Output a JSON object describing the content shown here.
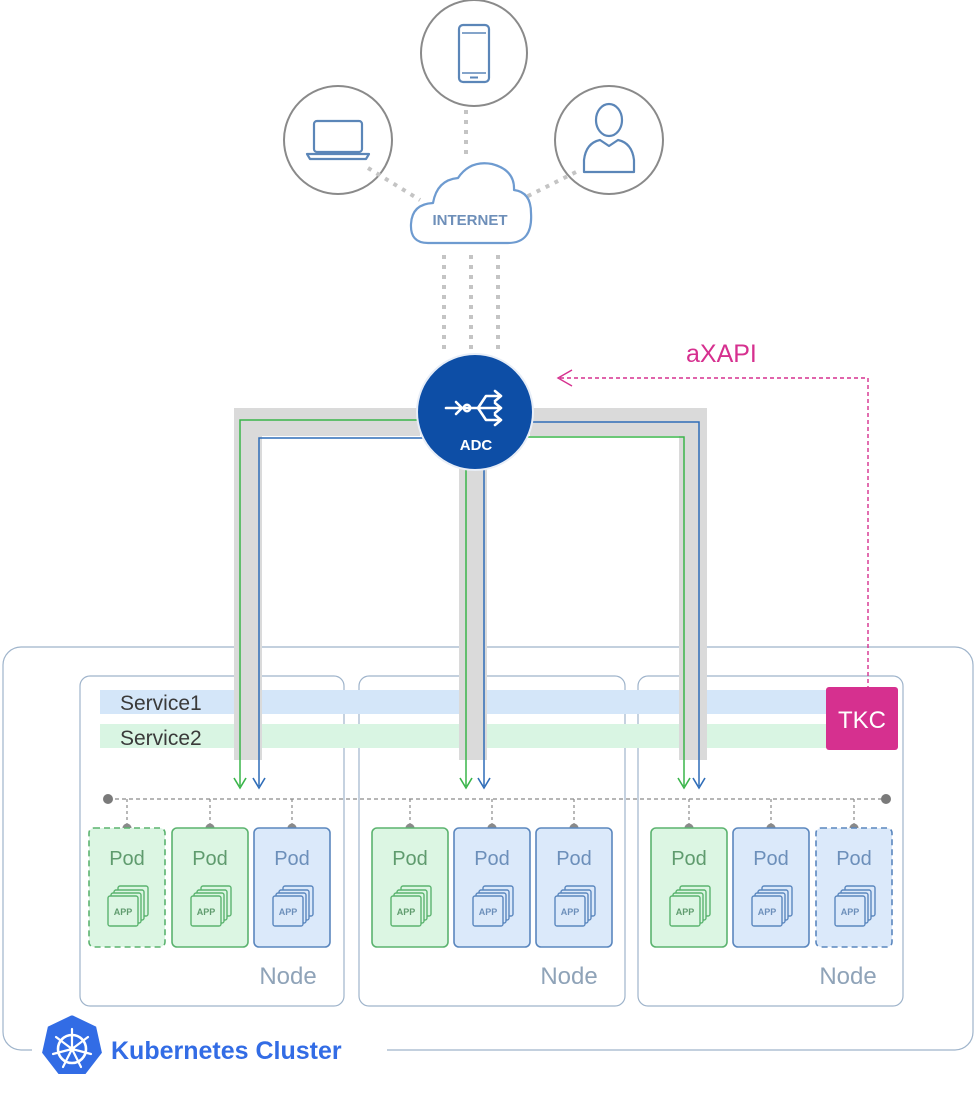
{
  "internet": {
    "label": "INTERNET"
  },
  "clients": [
    {
      "name": "laptop",
      "icon": "laptop-icon"
    },
    {
      "name": "mobile",
      "icon": "mobile-phone-icon"
    },
    {
      "name": "user",
      "icon": "user-icon"
    }
  ],
  "adc": {
    "label": "ADC",
    "icon": "adc-load-balancer-icon"
  },
  "axapi": {
    "label": "aXAPI"
  },
  "tkc": {
    "label": "TKC"
  },
  "services": [
    {
      "label": "Service1",
      "color": "#d4e6f9"
    },
    {
      "label": "Service2",
      "color": "#d9f5e3"
    }
  ],
  "cluster": {
    "label": "Kubernetes Cluster",
    "icon": "kubernetes-icon",
    "color": "#326ce5"
  },
  "colors": {
    "pod_green_fill": "#dcf6e3",
    "pod_green_stroke": "#5bb36f",
    "pod_green_text": "#5f9b6e",
    "pod_blue_fill": "#dbe9fa",
    "pod_blue_stroke": "#5b87be",
    "pod_blue_text": "#6c8fba",
    "adc": "#0d4ea6",
    "axapi": "#d6308f",
    "tkc": "#d6308f",
    "flow_green": "#3ab54a",
    "flow_blue": "#2f6db8"
  },
  "nodes": [
    {
      "label": "Node",
      "pods": [
        {
          "label": "Pod",
          "app": "APP",
          "type": "green",
          "dashed": true
        },
        {
          "label": "Pod",
          "app": "APP",
          "type": "green",
          "dashed": false
        },
        {
          "label": "Pod",
          "app": "APP",
          "type": "blue",
          "dashed": false
        }
      ]
    },
    {
      "label": "Node",
      "pods": [
        {
          "label": "Pod",
          "app": "APP",
          "type": "green",
          "dashed": false
        },
        {
          "label": "Pod",
          "app": "APP",
          "type": "blue",
          "dashed": false
        },
        {
          "label": "Pod",
          "app": "APP",
          "type": "blue",
          "dashed": false
        }
      ]
    },
    {
      "label": "Node",
      "pods": [
        {
          "label": "Pod",
          "app": "APP",
          "type": "green",
          "dashed": false
        },
        {
          "label": "Pod",
          "app": "APP",
          "type": "blue",
          "dashed": false
        },
        {
          "label": "Pod",
          "app": "APP",
          "type": "blue",
          "dashed": true
        }
      ]
    }
  ]
}
